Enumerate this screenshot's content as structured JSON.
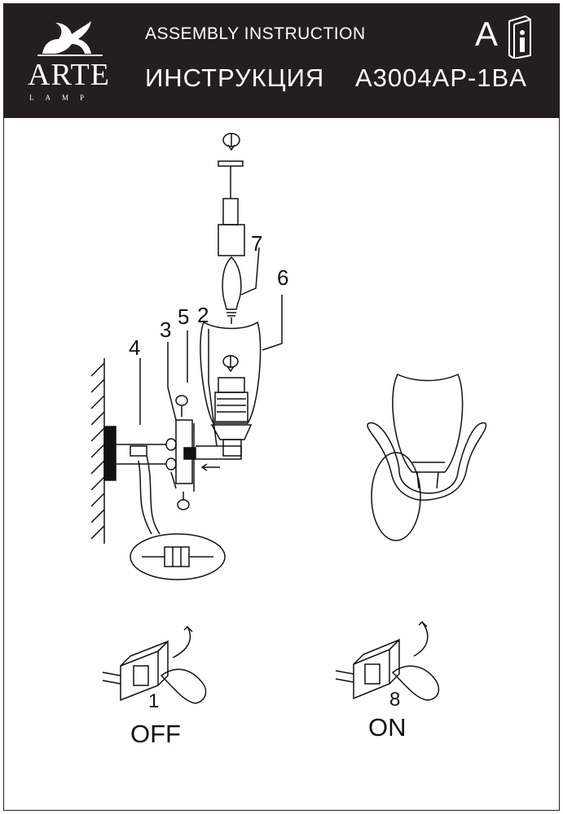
{
  "header": {
    "brand": "ARTE",
    "brand_sub": "LAMP",
    "title_en": "ASSEMBLY INSTRUCTION",
    "title_ru": "ИНСТРУКЦИЯ",
    "model": "A3004AP-1BA",
    "lang_letter": "A",
    "info_icon": "info-book-icon"
  },
  "callouts": [
    "7",
    "6",
    "5",
    "3",
    "2",
    "4"
  ],
  "switches": {
    "off": {
      "number": "1",
      "label": "OFF"
    },
    "on": {
      "number": "8",
      "label": "ON"
    }
  },
  "colors": {
    "header_bg": "#231f20",
    "header_text": "#ffffff",
    "line": "#111111"
  }
}
